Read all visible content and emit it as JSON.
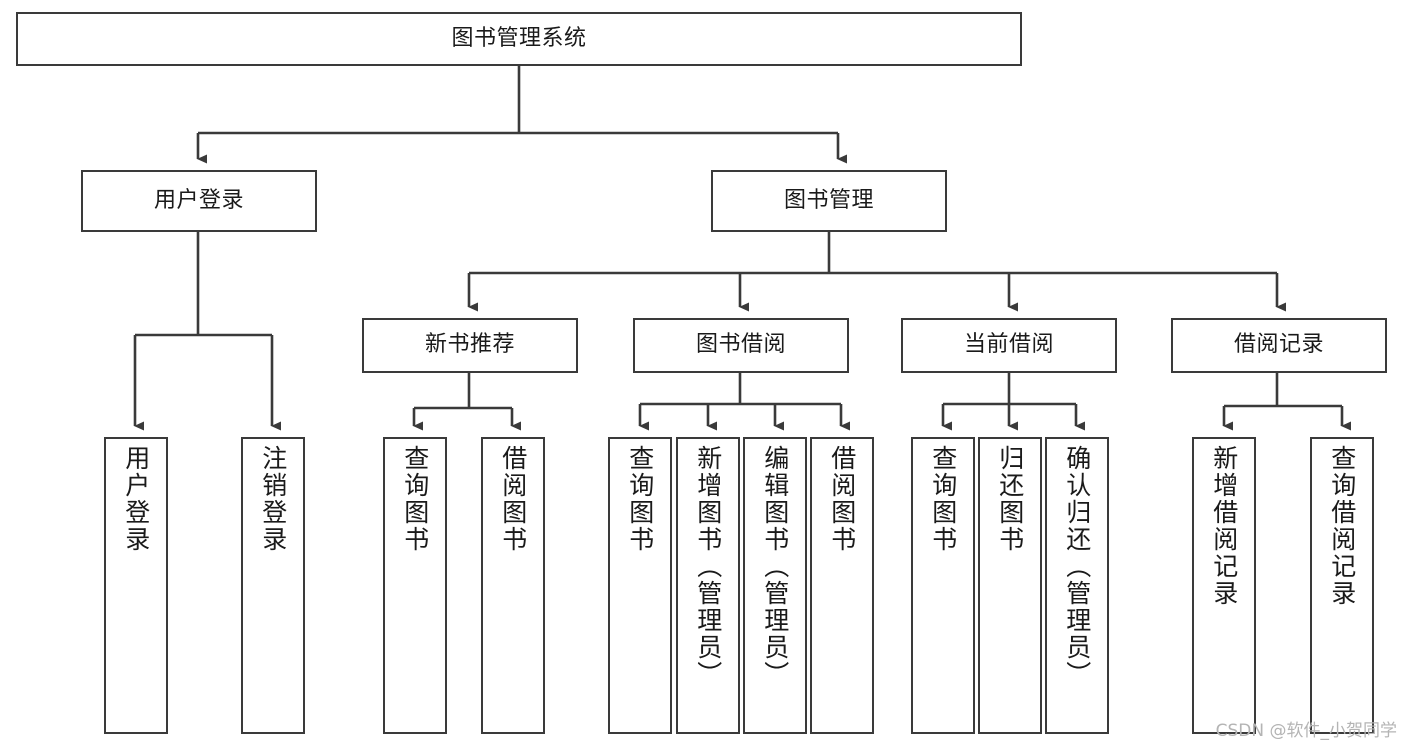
{
  "diagram": {
    "type": "tree",
    "title": "图书管理系统",
    "watermark": "CSDN @软件_小贺同学",
    "colors": {
      "box_border": "#3a3a3a",
      "box_fill": "#ffffff",
      "connector": "#3a3a3a",
      "text": "#1a1a1a",
      "watermark": "#b4b4b4"
    },
    "levels": {
      "root": {
        "label": "图书管理系统"
      },
      "level2": [
        {
          "label": "用户登录"
        },
        {
          "label": "图书管理"
        }
      ],
      "level3": [
        {
          "label": "新书推荐"
        },
        {
          "label": "图书借阅"
        },
        {
          "label": "当前借阅"
        },
        {
          "label": "借阅记录"
        }
      ],
      "leaves": {
        "user_login": [
          {
            "label": "用户登录"
          },
          {
            "label": "注销登录"
          }
        ],
        "new_book_recommend": [
          {
            "label": "查询图书"
          },
          {
            "label": "借阅图书"
          }
        ],
        "book_borrow": [
          {
            "label": "查询图书"
          },
          {
            "label": "新增图书（管理员）"
          },
          {
            "label": "编辑图书（管理员）"
          },
          {
            "label": "借阅图书"
          }
        ],
        "current_borrow": [
          {
            "label": "查询图书"
          },
          {
            "label": "归还图书"
          },
          {
            "label": "确认归还（管理员）"
          }
        ],
        "borrow_records": [
          {
            "label": "新增借阅记录"
          },
          {
            "label": "查询借阅记录"
          }
        ]
      }
    }
  }
}
